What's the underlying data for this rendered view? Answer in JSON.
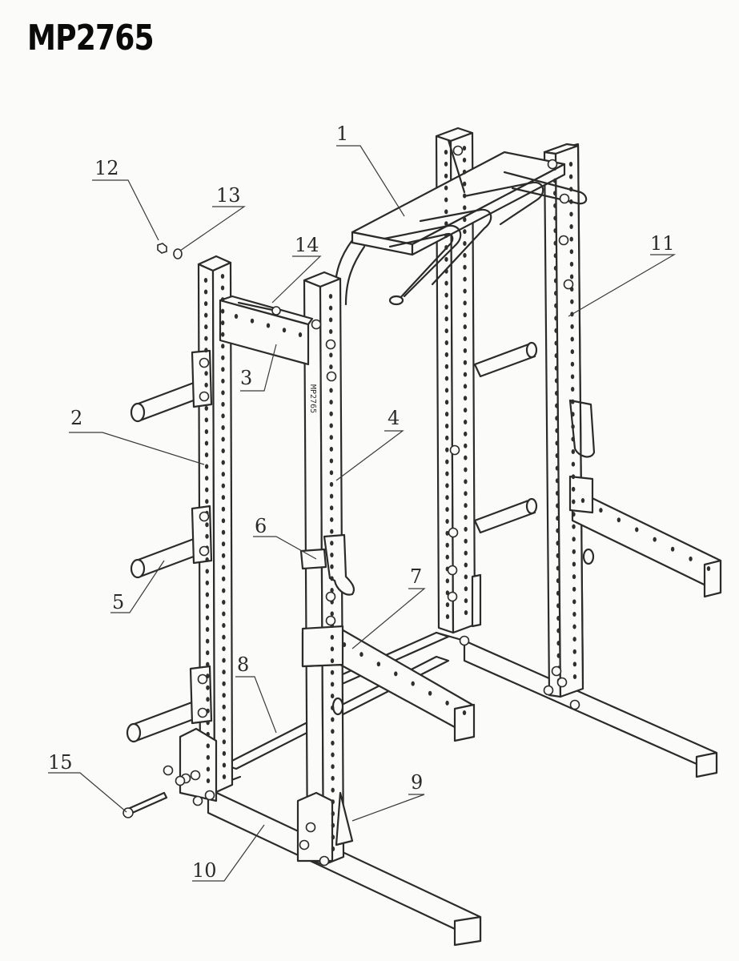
{
  "title": "MP2765",
  "stamp_text": "MP2765",
  "callouts": [
    {
      "n": "1"
    },
    {
      "n": "2"
    },
    {
      "n": "3"
    },
    {
      "n": "4"
    },
    {
      "n": "5"
    },
    {
      "n": "6"
    },
    {
      "n": "7"
    },
    {
      "n": "8"
    },
    {
      "n": "9"
    },
    {
      "n": "10"
    },
    {
      "n": "11"
    },
    {
      "n": "12"
    },
    {
      "n": "13"
    },
    {
      "n": "14"
    },
    {
      "n": "15"
    }
  ],
  "colors": {
    "line": "#2b2b2b",
    "paper": "#fbfbfa",
    "title": "#0a0a0a"
  }
}
